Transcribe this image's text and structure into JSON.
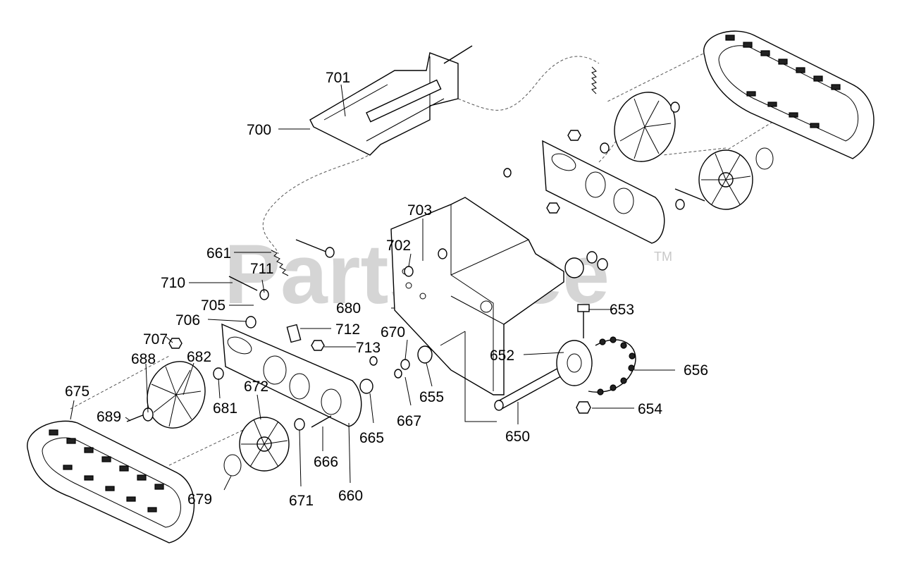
{
  "watermark": {
    "text": "PartsTree",
    "trademark": "TM"
  },
  "callouts": [
    "700",
    "701",
    "661",
    "711",
    "710",
    "705",
    "706",
    "712",
    "713",
    "707",
    "688",
    "682",
    "675",
    "689",
    "681",
    "672",
    "679",
    "671",
    "660",
    "666",
    "665",
    "667",
    "670",
    "655",
    "680",
    "702",
    "703",
    "652",
    "653",
    "656",
    "654",
    "650"
  ]
}
